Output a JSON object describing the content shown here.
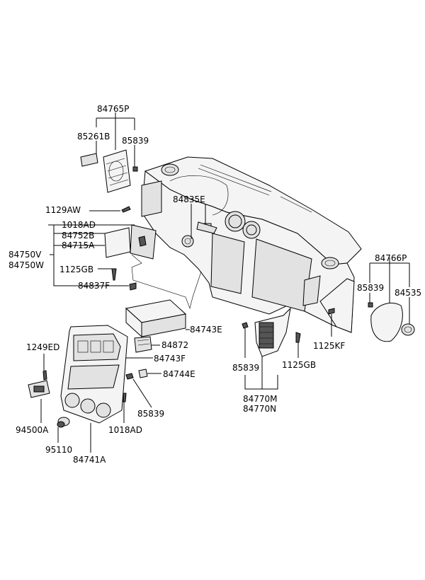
{
  "labels": {
    "p84765P": "84765P",
    "p85261B": "85261B",
    "p85839_top": "85839",
    "p1129AW": "1129AW",
    "p84835E": "84835E",
    "p1018AD_top": "1018AD",
    "p84752B": "84752B",
    "p84715A": "84715A",
    "p84750V": "84750V",
    "p84750W": "84750W",
    "p1125GB_left": "1125GB",
    "p84837F": "84837F",
    "p84766P": "84766P",
    "p85839_right": "85839",
    "p84535": "84535",
    "p84743E": "84743E",
    "p84872": "84872",
    "p1249ED": "1249ED",
    "p84743F": "84743F",
    "p84744E": "84744E",
    "p85839_center": "85839",
    "p1125KF": "1125KF",
    "p85839_lower": "85839",
    "p1125GB_right": "1125GB",
    "p84770M": "84770M",
    "p84770N": "84770N",
    "p94500A": "94500A",
    "p95110": "95110",
    "p1018AD_bottom": "1018AD",
    "p84741A": "84741A"
  }
}
